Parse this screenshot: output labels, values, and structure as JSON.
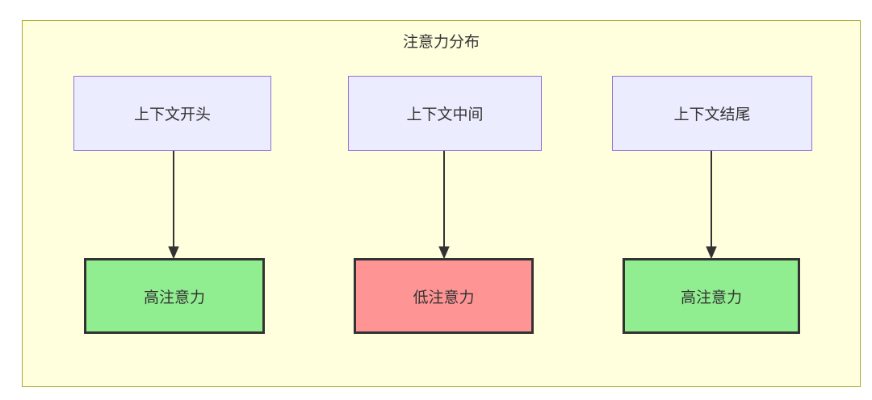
{
  "diagram": {
    "title": "注意力分布",
    "nodes": {
      "top": [
        {
          "id": "context-start",
          "label": "上下文开头"
        },
        {
          "id": "context-middle",
          "label": "上下文中间"
        },
        {
          "id": "context-end",
          "label": "上下文结尾"
        }
      ],
      "bottom": [
        {
          "id": "attention-start",
          "label": "高注意力",
          "level": "high"
        },
        {
          "id": "attention-middle",
          "label": "低注意力",
          "level": "low"
        },
        {
          "id": "attention-end",
          "label": "高注意力",
          "level": "high"
        }
      ]
    },
    "edges": [
      {
        "from": "context-start",
        "to": "attention-start"
      },
      {
        "from": "context-middle",
        "to": "attention-middle"
      },
      {
        "from": "context-end",
        "to": "attention-end"
      }
    ],
    "colors": {
      "container_fill": "#ffffde",
      "container_border": "#aaaa33",
      "context_fill": "#ececff",
      "context_border": "#9370db",
      "high_fill": "#90ee90",
      "low_fill": "#ff9494",
      "result_border": "#333333",
      "arrow": "#333333",
      "text": "#333333"
    }
  }
}
